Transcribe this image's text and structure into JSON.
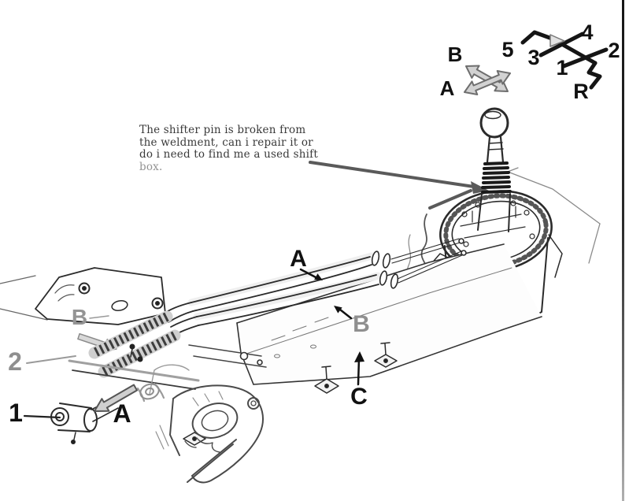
{
  "note": {
    "line1": "The shifter pin is broken from",
    "line2": "the weldment, can i repair it or",
    "line3": "do i need to find me a used shift",
    "line4": "box."
  },
  "shift_pattern": {
    "gear_5": "5",
    "gear_3": "3",
    "gear_4": "4",
    "gear_1": "1",
    "gear_2": "2",
    "gear_r": "R",
    "dir_b": "B",
    "dir_a": "A"
  },
  "callouts": {
    "cable_a": "A",
    "cable_b": "B",
    "shield_c": "C",
    "part_1": "1",
    "part_2": "2",
    "bracket_b": "B",
    "motion_a": "A"
  },
  "colors": {
    "ink": "#242424",
    "grey_label": "#8f8f8f",
    "note_arrow": "#5a5a5a",
    "hollow_fill": "#d2d2d2",
    "photo_edge": "#2b2b2b"
  }
}
